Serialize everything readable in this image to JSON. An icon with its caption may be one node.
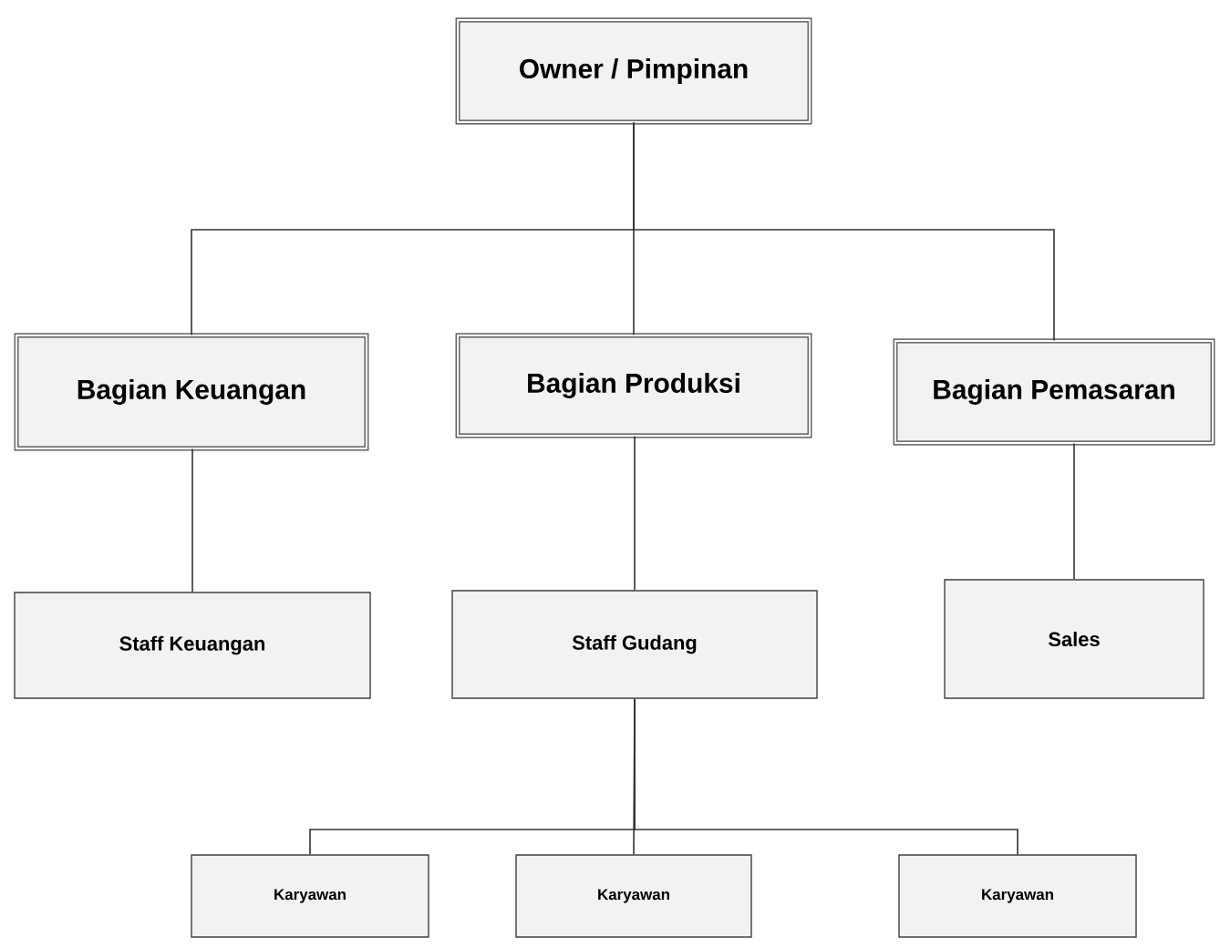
{
  "diagram": {
    "nodes": [
      {
        "text": [
          "Owner / Pimpinan"
        ]
      },
      {
        "text": [
          "Bagian Keuangan"
        ]
      },
      {
        "text": [
          "Bagian Produksi"
        ]
      },
      {
        "text": [
          "Bagian Pemasaran"
        ]
      },
      {
        "text": [
          "Staff Keuangan"
        ]
      },
      {
        "text": [
          "Staff Gudang"
        ]
      },
      {
        "text": [
          "Sales"
        ]
      },
      {
        "text": [
          "Karyawan"
        ]
      },
      {
        "text": [
          "Karyawan"
        ]
      },
      {
        "text": [
          "Karyawan"
        ]
      }
    ],
    "edges": [
      {
        "from": 0,
        "to": 1,
        "arrow": "none"
      },
      {
        "from": 0,
        "to": 2,
        "arrow": "none"
      },
      {
        "from": 0,
        "to": 3,
        "arrow": "none"
      },
      {
        "from": 1,
        "to": 4,
        "arrow": "none"
      },
      {
        "from": 2,
        "to": 5,
        "arrow": "none"
      },
      {
        "from": 3,
        "to": 6,
        "arrow": "none"
      },
      {
        "from": 5,
        "to": 7,
        "arrow": "none"
      },
      {
        "from": 5,
        "to": 8,
        "arrow": "none"
      },
      {
        "from": 5,
        "to": 9,
        "arrow": "none"
      }
    ]
  }
}
